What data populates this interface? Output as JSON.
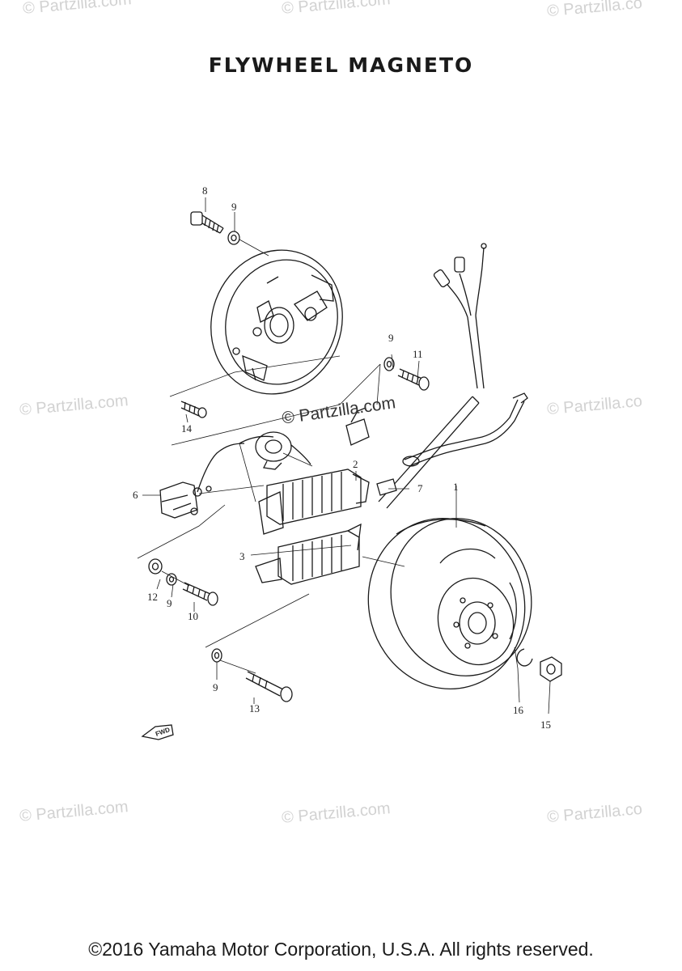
{
  "title": "FLYWHEEL  MAGNETO",
  "footer": "©2016 Yamaha Motor Corporation, U.S.A. All rights reserved.",
  "watermark": "© Partzilla.com",
  "watermark_partial": "© Partzilla.co",
  "fwd_label": "FWD",
  "callouts": {
    "c1": "1",
    "c2": "2",
    "c3": "3",
    "c6": "6",
    "c7": "7",
    "c8": "8",
    "c9a": "9",
    "c9b": "9",
    "c9c": "9",
    "c9d": "9",
    "c10": "10",
    "c11": "11",
    "c12": "12",
    "c13": "13",
    "c14": "14",
    "c15": "15",
    "c16": "16"
  }
}
